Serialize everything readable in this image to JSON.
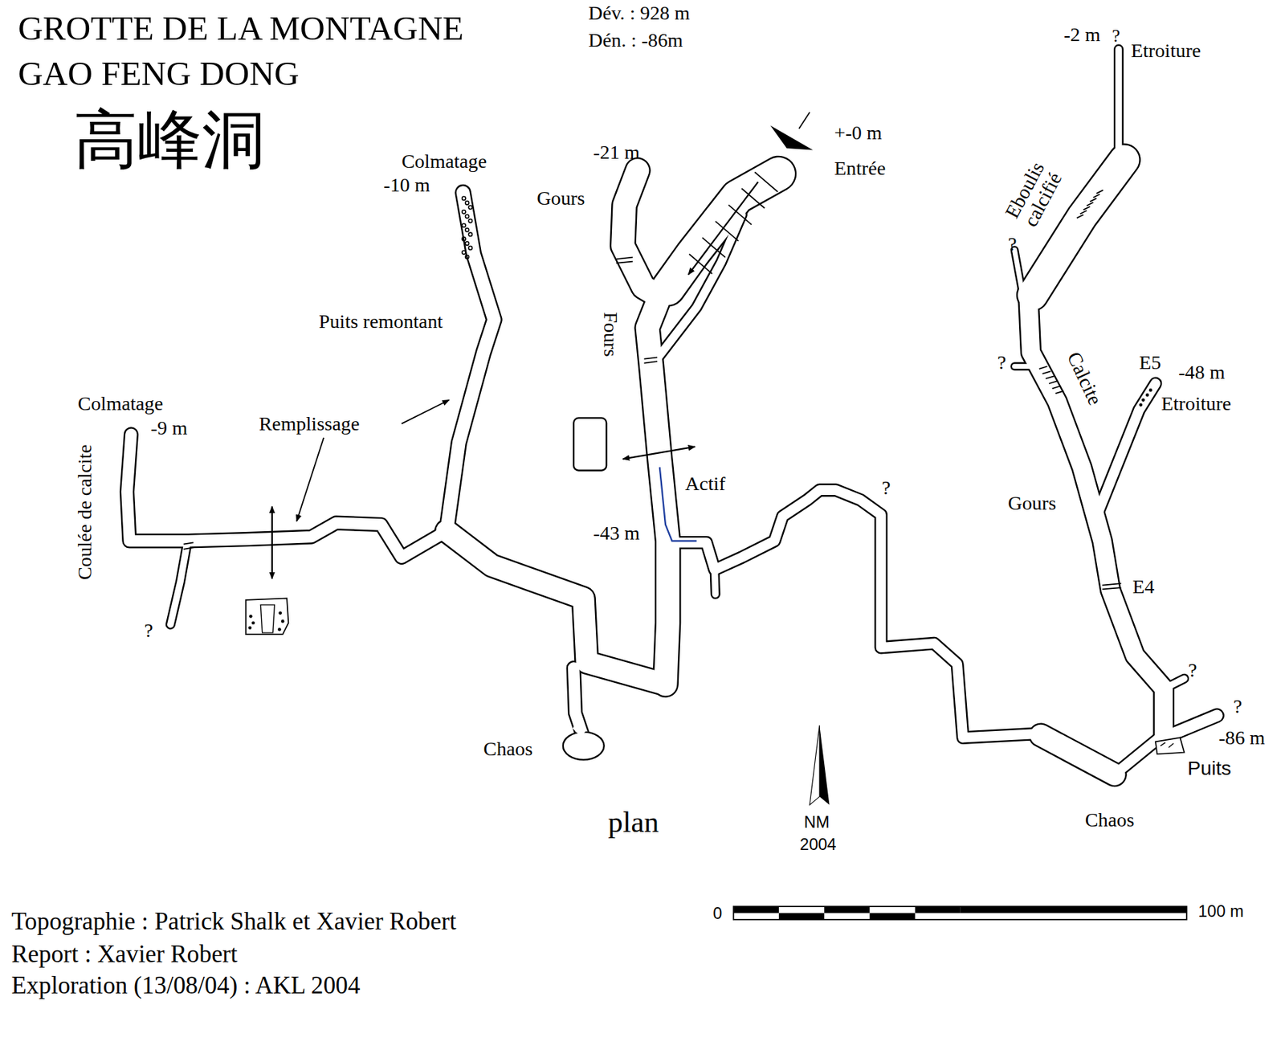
{
  "diagram": {
    "title": "GROTTE DE LA MONTAGNE GAO FENG DONG",
    "labels": [
      "Dév. : 928 m",
      "Dén. : -86m",
      "高峰洞",
      "Colmatage",
      "-10 m",
      "-21 m",
      "Gours",
      "+-0 m",
      "Entrée",
      "-2 m",
      "?",
      "Etroiture",
      "Eboulis calcifié",
      "?",
      "Puits remontant",
      "Fours",
      "Colmatage",
      "-9 m",
      "Remplissage",
      "?",
      "Calcite",
      "E5",
      "-48 m",
      "Etroiture",
      "Coulée de calcite",
      "Actif",
      "?",
      "-43 m",
      "Gours",
      "E4",
      "?",
      "?",
      "?",
      "-86 m",
      "Puits",
      "Chaos",
      "Chaos",
      "plan",
      "NM",
      "2004",
      "0",
      "100 m",
      "Topographie : Patrick Shalk et Xavier Robert",
      "Report : Xavier Robert",
      "Exploration (13/08/04) : AKL 2004"
    ]
  }
}
